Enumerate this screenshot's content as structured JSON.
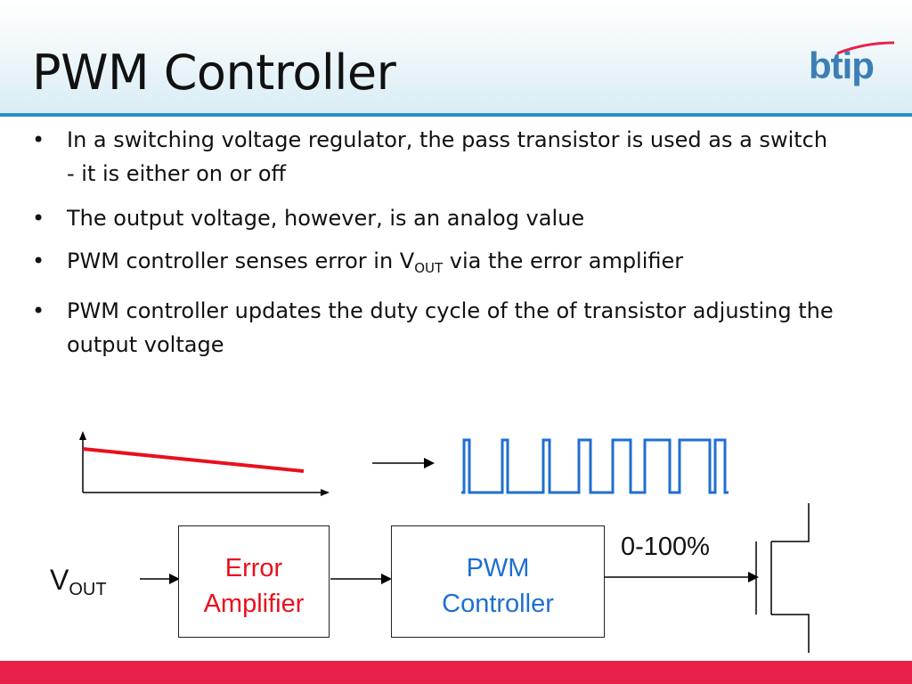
{
  "slide": {
    "title": "PWM Controller",
    "logo_text": "btip"
  },
  "bullets": [
    {
      "text": "In a switching voltage regulator, the pass transistor is used as a switch - it is either on or off"
    },
    {
      "text": "The output voltage, however, is an analog value"
    },
    {
      "pre": "PWM controller senses error in V",
      "sub": "OUT",
      "post": " via the error amplifier"
    },
    {
      "text": "PWM controller updates the duty cycle of the of transistor adjusting the output voltage"
    }
  ],
  "diagram": {
    "vout_main": "V",
    "vout_sub": "OUT",
    "error_amp_line1": "Error",
    "error_amp_line2": "Amplifier",
    "pwm_line1": "PWM",
    "pwm_line2": "Controller",
    "duty_label": "0-100%"
  },
  "colors": {
    "accent_blue": "#2a8fc4",
    "logo_blue": "#3c7fb6",
    "error_red": "#e8101e",
    "pwm_blue": "#1f6fd0",
    "footer_red": "#e8214a"
  }
}
